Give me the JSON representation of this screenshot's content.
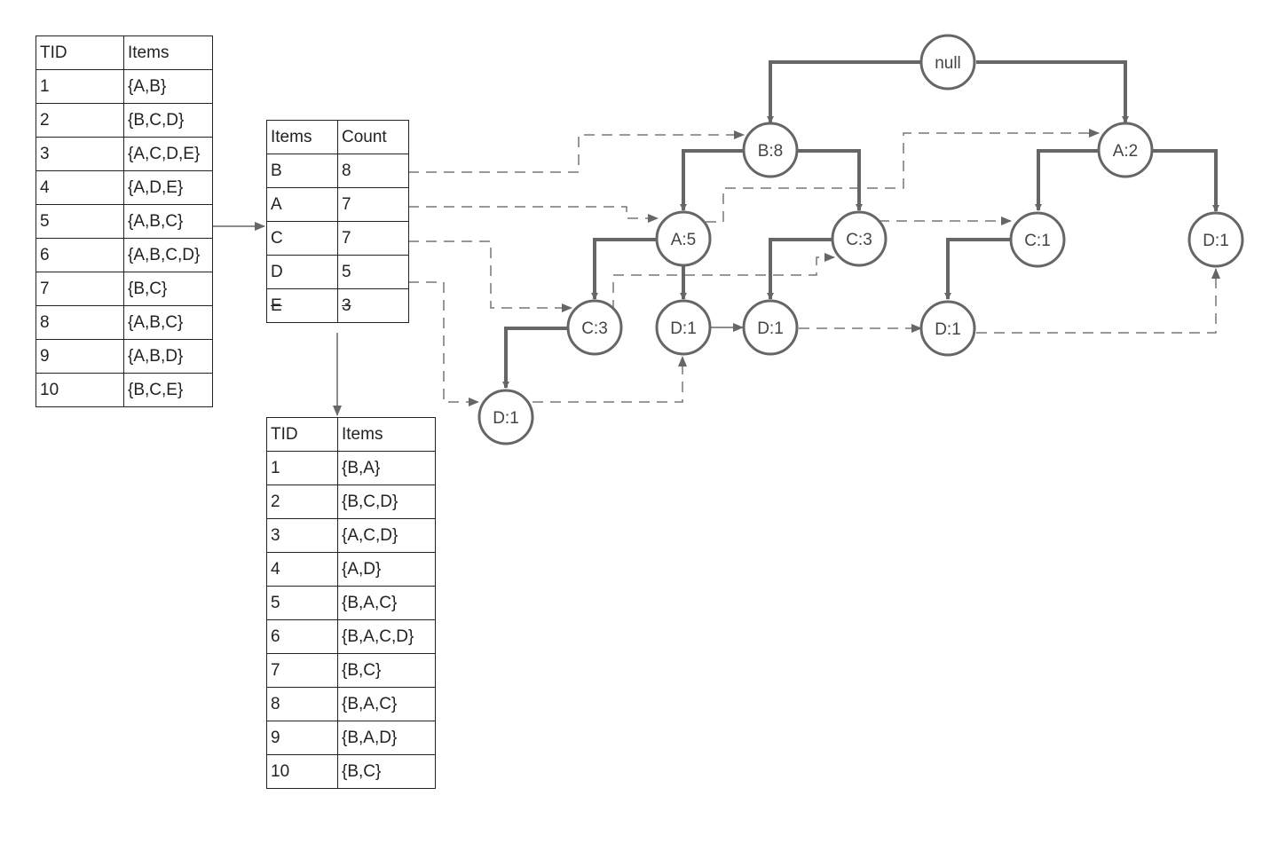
{
  "transactions_table": {
    "headers": [
      "TID",
      "Items"
    ],
    "rows": [
      [
        "1",
        "{A,B}"
      ],
      [
        "2",
        "{B,C,D}"
      ],
      [
        "3",
        "{A,C,D,E}"
      ],
      [
        "4",
        "{A,D,E}"
      ],
      [
        "5",
        "{A,B,C}"
      ],
      [
        "6",
        "{A,B,C,D}"
      ],
      [
        "7",
        "{B,C}"
      ],
      [
        "8",
        "{A,B,C}"
      ],
      [
        "9",
        "{A,B,D}"
      ],
      [
        "10",
        "{B,C,E}"
      ]
    ]
  },
  "count_table": {
    "headers": [
      "Items",
      "Count"
    ],
    "rows": [
      {
        "item": "B",
        "count": "8",
        "struck": false
      },
      {
        "item": "A",
        "count": "7",
        "struck": false
      },
      {
        "item": "C",
        "count": "7",
        "struck": false
      },
      {
        "item": "D",
        "count": "5",
        "struck": false
      },
      {
        "item": "E",
        "count": "3",
        "struck": true
      }
    ]
  },
  "ordered_table": {
    "headers": [
      "TID",
      "Items"
    ],
    "rows": [
      [
        "1",
        "{B,A}"
      ],
      [
        "2",
        "{B,C,D}"
      ],
      [
        "3",
        "{A,C,D}"
      ],
      [
        "4",
        "{A,D}"
      ],
      [
        "5",
        "{B,A,C}"
      ],
      [
        "6",
        "{B,A,C,D}"
      ],
      [
        "7",
        "{B,C}"
      ],
      [
        "8",
        "{B,A,C}"
      ],
      [
        "9",
        "{B,A,D}"
      ],
      [
        "10",
        "{B,C}"
      ]
    ]
  },
  "fp_tree": {
    "nodes": [
      {
        "id": "root",
        "label": "null"
      },
      {
        "id": "b8",
        "label": "B:8"
      },
      {
        "id": "a2",
        "label": "A:2"
      },
      {
        "id": "a5",
        "label": "A:5"
      },
      {
        "id": "c3r",
        "label": "C:3"
      },
      {
        "id": "c1",
        "label": "C:1"
      },
      {
        "id": "d1r",
        "label": "D:1"
      },
      {
        "id": "c3l",
        "label": "C:3"
      },
      {
        "id": "d1a",
        "label": "D:1"
      },
      {
        "id": "d1b",
        "label": "D:1"
      },
      {
        "id": "d1c",
        "label": "D:1"
      },
      {
        "id": "d1d",
        "label": "D:1"
      }
    ],
    "tree_edges": [
      [
        "root",
        "b8"
      ],
      [
        "root",
        "a2"
      ],
      [
        "b8",
        "a5"
      ],
      [
        "b8",
        "c3r"
      ],
      [
        "a2",
        "c1"
      ],
      [
        "a2",
        "d1r"
      ],
      [
        "a5",
        "c3l"
      ],
      [
        "a5",
        "d1a"
      ],
      [
        "c3r",
        "d1b"
      ],
      [
        "c1",
        "d1c"
      ],
      [
        "c3l",
        "d1d"
      ]
    ],
    "header_links": [
      [
        "header-B",
        "b8"
      ],
      [
        "header-A",
        "a5"
      ],
      [
        "a5",
        "a2"
      ],
      [
        "header-C",
        "c3l"
      ],
      [
        "c3l",
        "c3r"
      ],
      [
        "c3r",
        "c1"
      ],
      [
        "header-D",
        "d1d"
      ],
      [
        "d1d",
        "d1a"
      ],
      [
        "d1a",
        "d1b"
      ],
      [
        "d1b",
        "d1c"
      ],
      [
        "d1c",
        "d1r"
      ]
    ]
  }
}
